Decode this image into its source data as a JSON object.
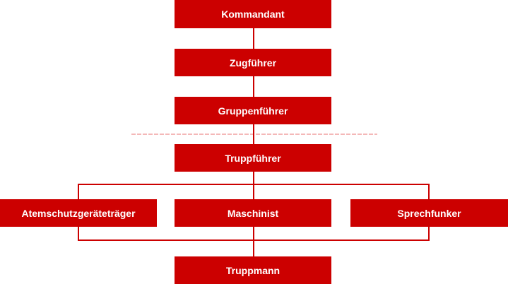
{
  "colors": {
    "node_fill": "#cc0000",
    "node_text": "#ffffff",
    "connector": "#cc0000",
    "divider": "#f0a0a0"
  },
  "hierarchy": {
    "kommandant": "Kommandant",
    "zugfuehrer": "Zugführer",
    "gruppenfuehrer": "Gruppenführer",
    "truppfuehrer": "Truppführer",
    "atemschutz": "Atemschutzgeräteträger",
    "maschinist": "Maschinist",
    "sprechfunker": "Sprechfunker",
    "truppmann": "Truppmann"
  }
}
